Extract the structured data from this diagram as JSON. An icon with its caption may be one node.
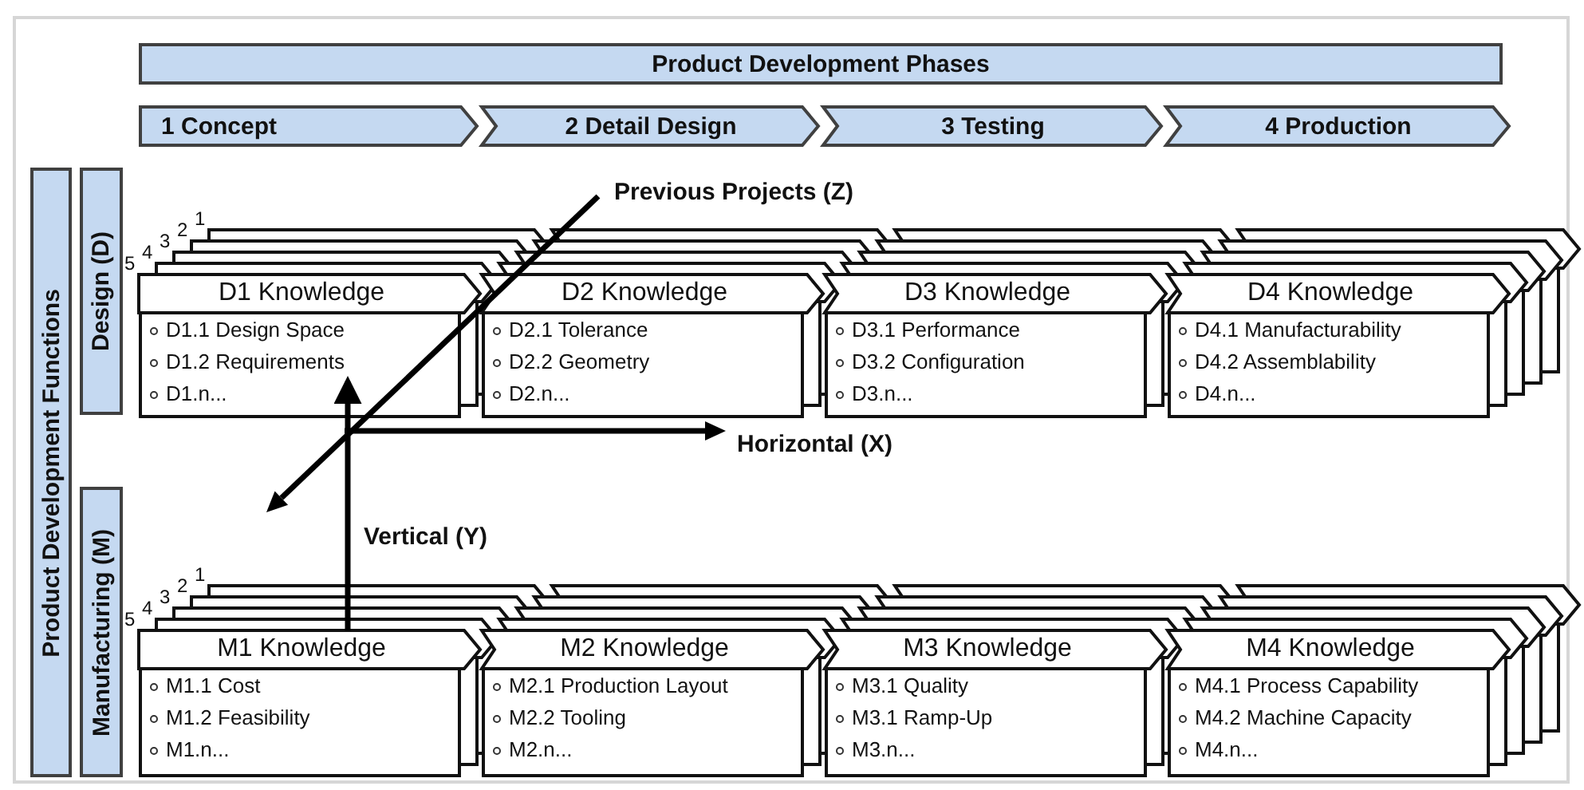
{
  "diagram": {
    "nodes": [
      {
        "text": [
          "Product Development Phases"
        ]
      },
      {
        "text": [
          "1 Concept"
        ]
      },
      {
        "text": [
          "2 Detail Design"
        ]
      },
      {
        "text": [
          "3 Testing"
        ]
      },
      {
        "text": [
          "4 Production"
        ]
      },
      {
        "text": [
          "Product Development Functions"
        ]
      },
      {
        "text": [
          "Design (D)"
        ]
      },
      {
        "text": [
          "Manufacturing (M)"
        ]
      },
      {
        "text": [
          "D1 Knowledge",
          "D1.1 Design Space",
          "D1.2 Requirements",
          "D1.n..."
        ]
      },
      {
        "text": [
          "D2 Knowledge",
          "D2.1 Tolerance",
          "D2.2 Geometry",
          "D2.n..."
        ]
      },
      {
        "text": [
          "D3 Knowledge",
          "D3.1 Performance",
          "D3.2 Configuration",
          "D3.n..."
        ]
      },
      {
        "text": [
          "D4 Knowledge",
          "D4.1 Manufacturability",
          "D4.2 Assemblability",
          "D4.n..."
        ]
      },
      {
        "text": [
          "M1 Knowledge",
          "M1.1 Cost",
          "M1.2 Feasibility",
          "M1.n..."
        ]
      },
      {
        "text": [
          "M2 Knowledge",
          "M2.1 Production Layout",
          "M2.2 Tooling",
          "M2.n..."
        ]
      },
      {
        "text": [
          "M3 Knowledge",
          "M3.1 Quality",
          "M3.1 Ramp-Up",
          "M3.n..."
        ]
      },
      {
        "text": [
          "M4 Knowledge",
          "M4.1 Process Capability",
          "M4.2 Machine Capacity",
          "M4.n..."
        ]
      }
    ],
    "edges": [
      {
        "from": 12,
        "to": 8,
        "arrow": "to"
      }
    ],
    "labels": [
      "Previous Projects (Z)",
      "1",
      "2",
      "3",
      "4",
      "5",
      "Horizontal (X)",
      "Vertical (Y)",
      "1",
      "2",
      "3",
      "4",
      "5"
    ]
  }
}
